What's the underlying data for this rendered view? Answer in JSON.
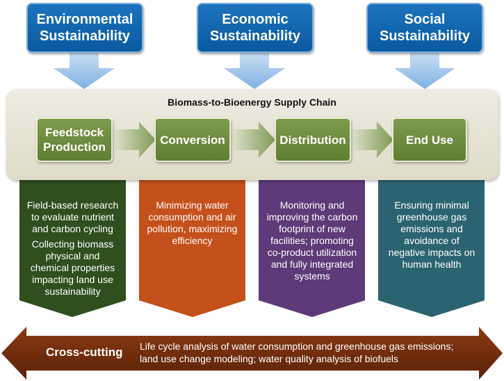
{
  "pillars": [
    {
      "line1": "Environmental",
      "line2": "Sustainability"
    },
    {
      "line1": "Economic",
      "line2": "Sustainability"
    },
    {
      "line1": "Social",
      "line2": "Sustainability"
    }
  ],
  "supply_chain": {
    "title": "Biomass-to-Bioenergy Supply Chain",
    "stages": [
      {
        "line1": "Feedstock",
        "line2": "Production"
      },
      {
        "line1": "Conversion",
        "line2": ""
      },
      {
        "line1": "Distribution",
        "line2": ""
      },
      {
        "line1": "End Use",
        "line2": ""
      }
    ]
  },
  "descriptions": {
    "feedstock": [
      "Field-based research to evaluate nutrient and carbon cycling",
      "Collecting biomass physical and chemical properties impacting land use sustainability"
    ],
    "conversion": "Minimizing water consumption and air pollution, maximizing efficiency",
    "distribution": "Monitoring and improving the carbon footprint of new facilities; promoting co-product utilization and fully integrated systems",
    "end_use": "Ensuring minimal greenhouse gas emissions and avoidance of negative impacts on human health"
  },
  "cross_cutting": {
    "label": "Cross-cutting",
    "text": "Life cycle analysis of water consumption and greenhouse gas emissions; land use change modeling; water quality analysis of biofuels"
  },
  "colors": {
    "pillar_blue": "#0a5aa0",
    "down_arrow": "#9ec3ea",
    "stage_green": "#6b8a3c",
    "feedstock_col": "#2f4f1f",
    "conversion_col": "#c4501b",
    "distribution_col": "#5e3a78",
    "end_use_col": "#2b6470",
    "cross_cutting": "#6b2b0e"
  }
}
